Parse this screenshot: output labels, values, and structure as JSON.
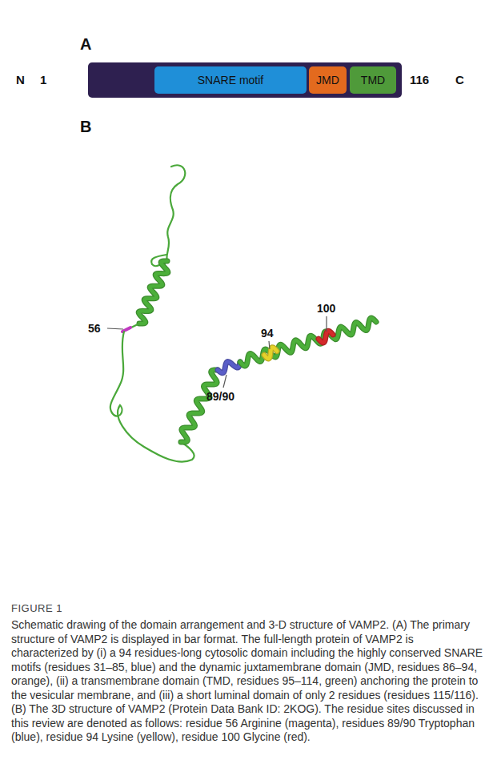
{
  "diagram": {
    "title": "FIGURE 1",
    "caption": "Schematic drawing of the domain arrangement and 3-D structure of VAMP2. (A) The primary structure of VAMP2 is displayed in bar format. The full-length protein of VAMP2 is characterized by (i) a 94 residues-long cytosolic domain including the highly conserved SNARE motifs (residues 31–85, blue) and the dynamic juxtamembrane domain (JMD, residues 86–94, orange), (ii) a transmembrane domain (TMD, residues 95–114, green) anchoring the protein to the vesicular membrane, and (iii) a short luminal domain of only 2 residues (residues 115/116). (B) The 3D structure of VAMP2 (Protein Data Bank ID: 2KOG). The residue sites discussed in this review are denoted as follows: residue 56 Arginine (magenta), residues 89/90 Tryptophan (blue), residue 94 Lysine (yellow), residue 100 Glycine (red).",
    "nodes": [
      {
        "text": [
          "SNARE motif"
        ]
      },
      {
        "text": [
          "JMD"
        ]
      },
      {
        "text": [
          "TMD"
        ]
      }
    ],
    "labels": [
      "A",
      "N",
      "1",
      "116",
      "C",
      "B",
      "56",
      "89/90",
      "94",
      "100"
    ]
  }
}
